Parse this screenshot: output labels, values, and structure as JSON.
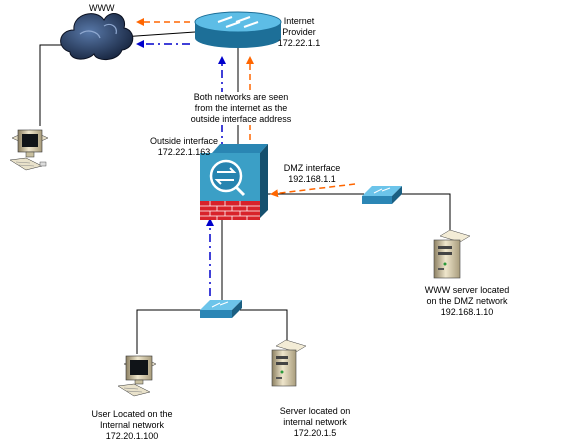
{
  "nodes": {
    "www": {
      "label": "WWW"
    },
    "provider": {
      "label": "Internet\nProvider\n172.22.1.1"
    },
    "firewall": {
      "note": "Both networks are seen\nfrom the internet as the\noutside interface address",
      "outside": "Outside interface\n172.22.1.163",
      "dmz": "DMZ interface\n192.168.1.1"
    },
    "dmz_server": {
      "label": "WWW server located\non the DMZ network\n192.168.1.10"
    },
    "user": {
      "label": "User Located on the\nInternal network\n172.20.1.100"
    },
    "internal_server": {
      "label": "Server located on\ninternal network\n172.20.1.5"
    }
  },
  "colors": {
    "orange_flow": "#ff6600",
    "blue_flow": "#0000cc",
    "device_blue": "#3b9fc6",
    "brick_red": "#d8232a",
    "cloud_dark": "#14213a"
  }
}
